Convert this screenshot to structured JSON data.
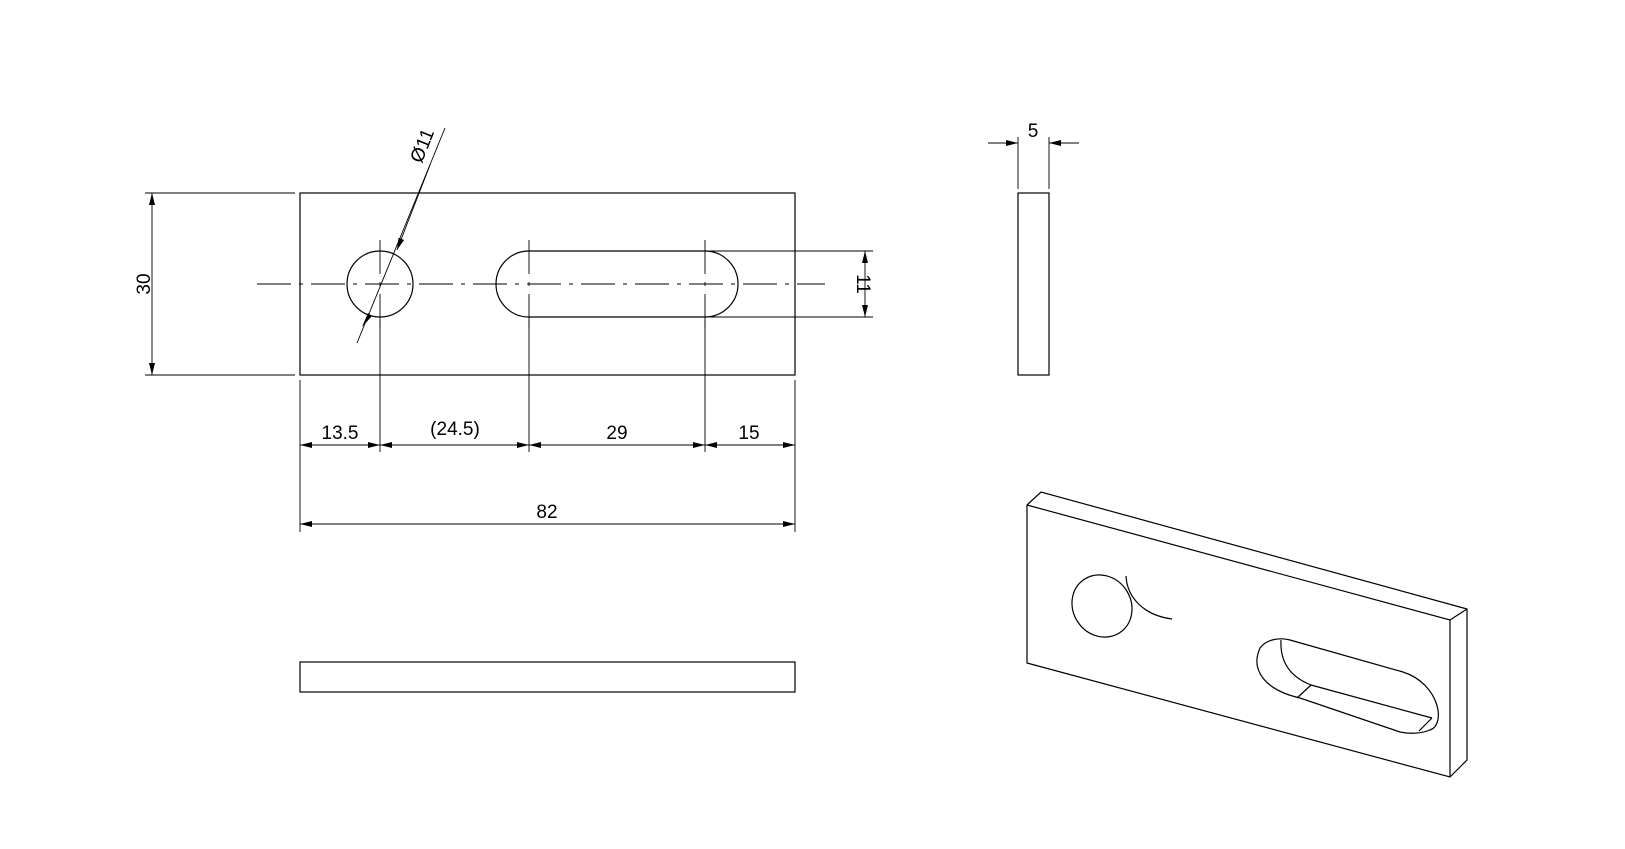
{
  "drawing": {
    "dimensions": {
      "height": "30",
      "slot_width": "11",
      "hole_diameter": "Ø11",
      "hole_offset": "13.5",
      "hole_to_slot": "(24.5)",
      "slot_length": "29",
      "slot_to_edge": "15",
      "overall_length": "82",
      "thickness": "5"
    },
    "line_color": "#000000",
    "background": "#ffffff"
  }
}
